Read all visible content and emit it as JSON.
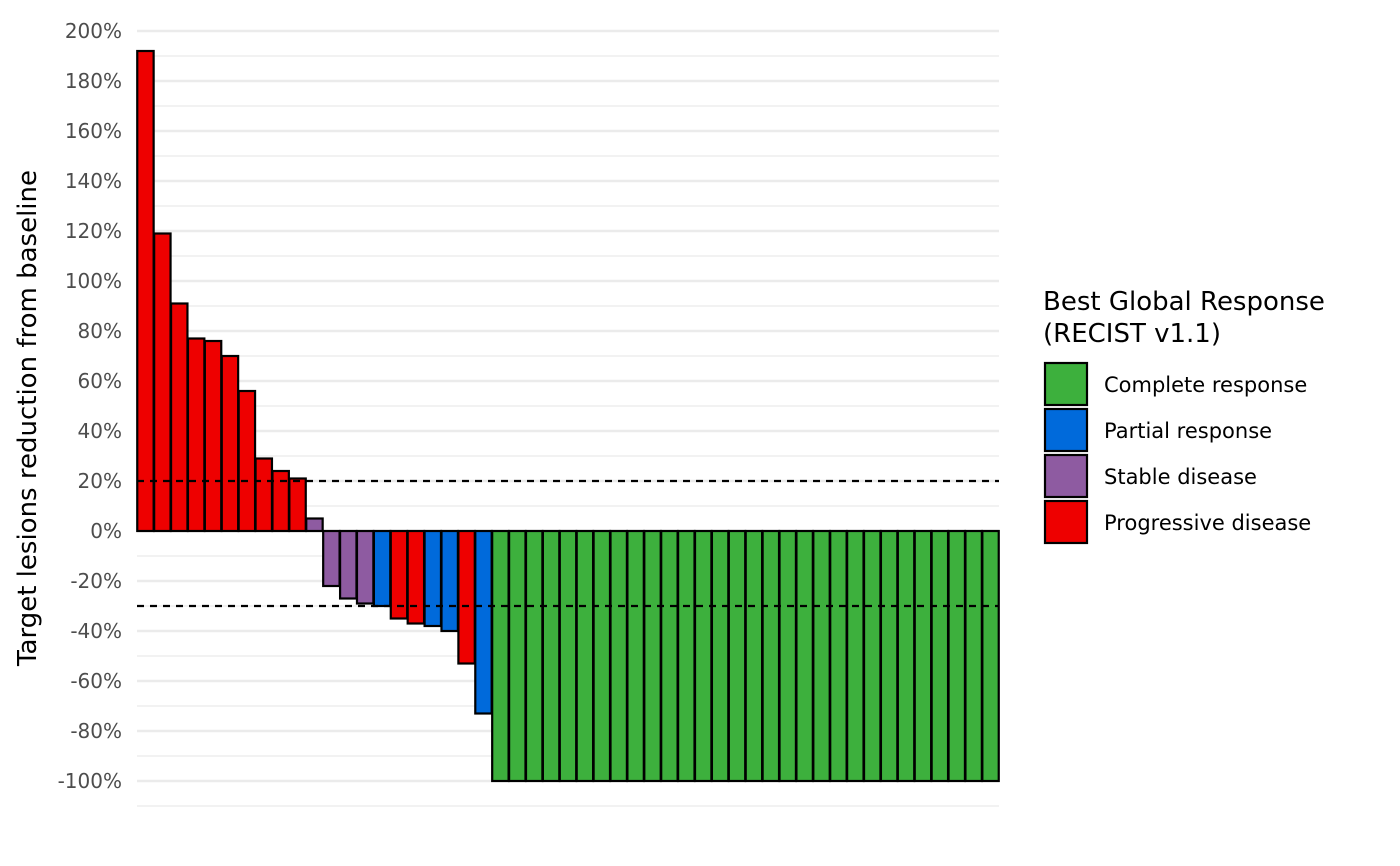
{
  "chart_data": {
    "type": "bar",
    "title": "",
    "xlabel": "",
    "ylabel": "Target lesions reduction from baseline",
    "ylim": [
      -110,
      200
    ],
    "y_ticks": [
      200,
      180,
      160,
      140,
      120,
      100,
      80,
      60,
      40,
      20,
      0,
      -20,
      -40,
      -60,
      -80,
      -100
    ],
    "y_tick_labels": [
      "200%",
      "180%",
      "160%",
      "140%",
      "120%",
      "100%",
      "80%",
      "60%",
      "40%",
      "20%",
      "0%",
      "-20%",
      "-40%",
      "-60%",
      "-80%",
      "-100%"
    ],
    "grid": true,
    "reference_lines": [
      20,
      -30
    ],
    "legend": {
      "title_lines": [
        "Best Global Response",
        "(RECIST v1.1)"
      ],
      "placement": "right",
      "entries": [
        {
          "label": "Complete response",
          "color": "#3DB03D"
        },
        {
          "label": "Partial response",
          "color": "#006ADB"
        },
        {
          "label": "Stable disease",
          "color": "#8E5BA1"
        },
        {
          "label": "Progressive disease",
          "color": "#EE0000"
        }
      ]
    },
    "bars": [
      {
        "value": 192,
        "response": "Progressive disease"
      },
      {
        "value": 119,
        "response": "Progressive disease"
      },
      {
        "value": 91,
        "response": "Progressive disease"
      },
      {
        "value": 77,
        "response": "Progressive disease"
      },
      {
        "value": 76,
        "response": "Progressive disease"
      },
      {
        "value": 70,
        "response": "Progressive disease"
      },
      {
        "value": 56,
        "response": "Progressive disease"
      },
      {
        "value": 29,
        "response": "Progressive disease"
      },
      {
        "value": 24,
        "response": "Progressive disease"
      },
      {
        "value": 21,
        "response": "Progressive disease"
      },
      {
        "value": 5,
        "response": "Stable disease"
      },
      {
        "value": -22,
        "response": "Stable disease"
      },
      {
        "value": -27,
        "response": "Stable disease"
      },
      {
        "value": -29,
        "response": "Stable disease"
      },
      {
        "value": -30,
        "response": "Partial response"
      },
      {
        "value": -35,
        "response": "Progressive disease"
      },
      {
        "value": -37,
        "response": "Progressive disease"
      },
      {
        "value": -38,
        "response": "Partial response"
      },
      {
        "value": -40,
        "response": "Partial response"
      },
      {
        "value": -53,
        "response": "Progressive disease"
      },
      {
        "value": -73,
        "response": "Partial response"
      },
      {
        "value": -100,
        "response": "Complete response"
      },
      {
        "value": -100,
        "response": "Complete response"
      },
      {
        "value": -100,
        "response": "Complete response"
      },
      {
        "value": -100,
        "response": "Complete response"
      },
      {
        "value": -100,
        "response": "Complete response"
      },
      {
        "value": -100,
        "response": "Complete response"
      },
      {
        "value": -100,
        "response": "Complete response"
      },
      {
        "value": -100,
        "response": "Complete response"
      },
      {
        "value": -100,
        "response": "Complete response"
      },
      {
        "value": -100,
        "response": "Complete response"
      },
      {
        "value": -100,
        "response": "Complete response"
      },
      {
        "value": -100,
        "response": "Complete response"
      },
      {
        "value": -100,
        "response": "Complete response"
      },
      {
        "value": -100,
        "response": "Complete response"
      },
      {
        "value": -100,
        "response": "Complete response"
      },
      {
        "value": -100,
        "response": "Complete response"
      },
      {
        "value": -100,
        "response": "Complete response"
      },
      {
        "value": -100,
        "response": "Complete response"
      },
      {
        "value": -100,
        "response": "Complete response"
      },
      {
        "value": -100,
        "response": "Complete response"
      },
      {
        "value": -100,
        "response": "Complete response"
      },
      {
        "value": -100,
        "response": "Complete response"
      },
      {
        "value": -100,
        "response": "Complete response"
      },
      {
        "value": -100,
        "response": "Complete response"
      },
      {
        "value": -100,
        "response": "Complete response"
      },
      {
        "value": -100,
        "response": "Complete response"
      },
      {
        "value": -100,
        "response": "Complete response"
      },
      {
        "value": -100,
        "response": "Complete response"
      },
      {
        "value": -100,
        "response": "Complete response"
      },
      {
        "value": -100,
        "response": "Complete response"
      }
    ]
  }
}
